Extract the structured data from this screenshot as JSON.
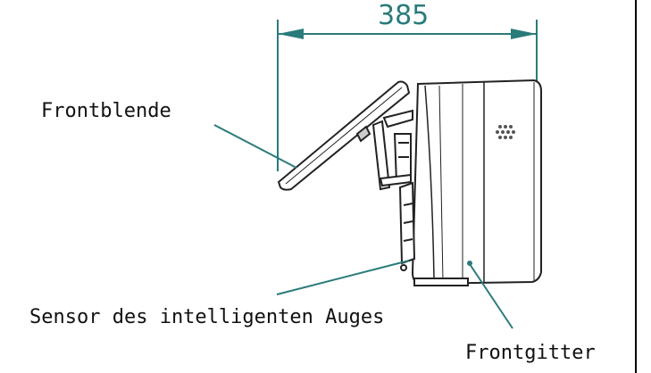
{
  "dimension": {
    "value": "385"
  },
  "labels": {
    "frontblende": "Frontblende",
    "sensor": "Sensor des intelligenten Auges",
    "frontgitter": "Frontgitter"
  },
  "colors": {
    "leader": "#2a7b7b",
    "outline": "#222222",
    "frame": "#000000"
  }
}
